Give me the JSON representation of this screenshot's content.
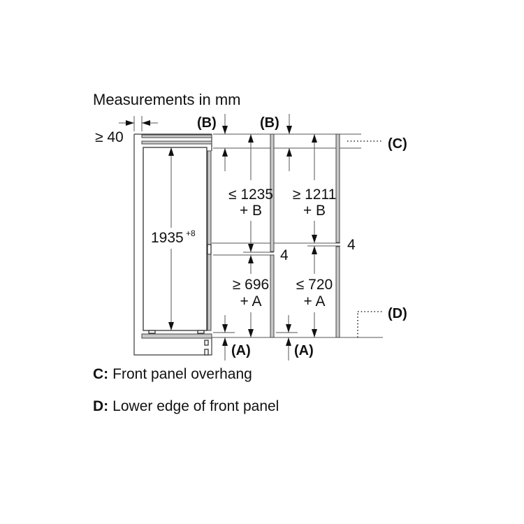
{
  "title": "Measurements in mm",
  "colors": {
    "line": "#3a3a3a",
    "panel_fill": "#c8c8c8",
    "arrowhead": "#111111",
    "background": "#ffffff"
  },
  "side_clearance": {
    "label": "≥ 40"
  },
  "appliance_height": {
    "value": "1935",
    "tolerance": "+8"
  },
  "niche_column": {
    "top_marker": "(B)",
    "upper": {
      "value": "≤ 1235",
      "addend": "+ B"
    },
    "gap": "4",
    "lower": {
      "value": "≥ 696",
      "addend": "+ A"
    },
    "bottom_marker": "(A)"
  },
  "panel_column": {
    "top_marker": "(B)",
    "upper": {
      "value": "≥ 1211",
      "addend": "+ B"
    },
    "gap": "4",
    "lower": {
      "value": "≤ 720",
      "addend": "+ A"
    },
    "bottom_marker": "(A)"
  },
  "reference_markers": {
    "overhang": "(C)",
    "lower_edge": "(D)"
  },
  "legend": [
    {
      "key": "C:",
      "text": "Front panel overhang"
    },
    {
      "key": "D:",
      "text": "Lower edge of front panel"
    }
  ]
}
